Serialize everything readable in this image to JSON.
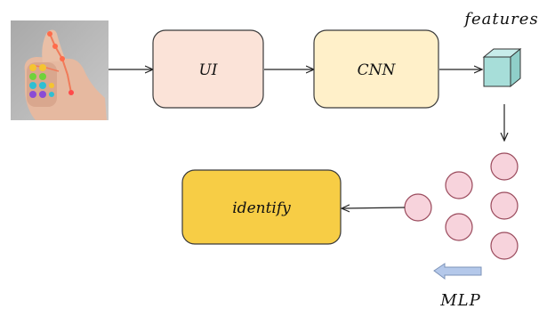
{
  "diagram": {
    "input_photo": {
      "description_icon": "hand-thumbs-up-with-keypoints-icon"
    },
    "boxes": {
      "ui": {
        "label": "UI",
        "fill": "#fbe3d8",
        "stroke": "#3a3a3a"
      },
      "cnn": {
        "label": "CNN",
        "fill": "#fff0c9",
        "stroke": "#3a3a3a"
      },
      "identify": {
        "label": "identify",
        "fill": "#f7cd45",
        "stroke": "#3a3a3a"
      }
    },
    "features": {
      "label": "features",
      "cube_color": "#a7ded9"
    },
    "mlp": {
      "label": "MLP",
      "node_fill": "#f7d3dc",
      "node_stroke": "#9a4a5c",
      "arrow_fill": "#b4c8ea"
    }
  }
}
